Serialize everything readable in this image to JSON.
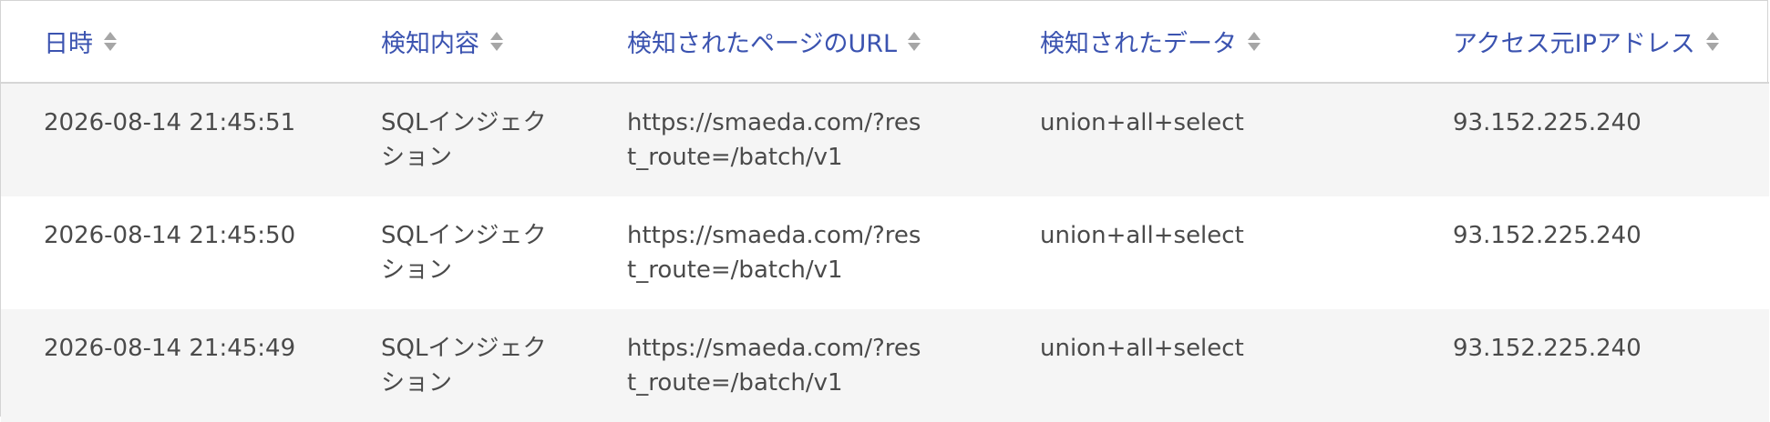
{
  "table": {
    "headers": [
      "日時",
      "検知内容",
      "検知されたページのURL",
      "検知されたデータ",
      "アクセス元IPアドレス"
    ],
    "rows": [
      {
        "datetime": "2026-08-14 21:45:51",
        "type": "SQLインジェクション",
        "url": "https://smaeda.com/?rest_route=/batch/v1",
        "data": "union+all+select",
        "ip": "93.152.225.240"
      },
      {
        "datetime": "2026-08-14 21:45:50",
        "type": "SQLインジェクション",
        "url": "https://smaeda.com/?rest_route=/batch/v1",
        "data": "union+all+select",
        "ip": "93.152.225.240"
      },
      {
        "datetime": "2026-08-14 21:45:49",
        "type": "SQLインジェクション",
        "url": "https://smaeda.com/?rest_route=/batch/v1",
        "data": "union+all+select",
        "ip": "93.152.225.240"
      }
    ]
  },
  "colors": {
    "header_text": "#3b53b0",
    "cell_text": "#4a4a4a",
    "stripe": "#f5f5f5",
    "sort_icon": "#a6a6a6"
  },
  "icons": {
    "sort": "sort-icon"
  }
}
